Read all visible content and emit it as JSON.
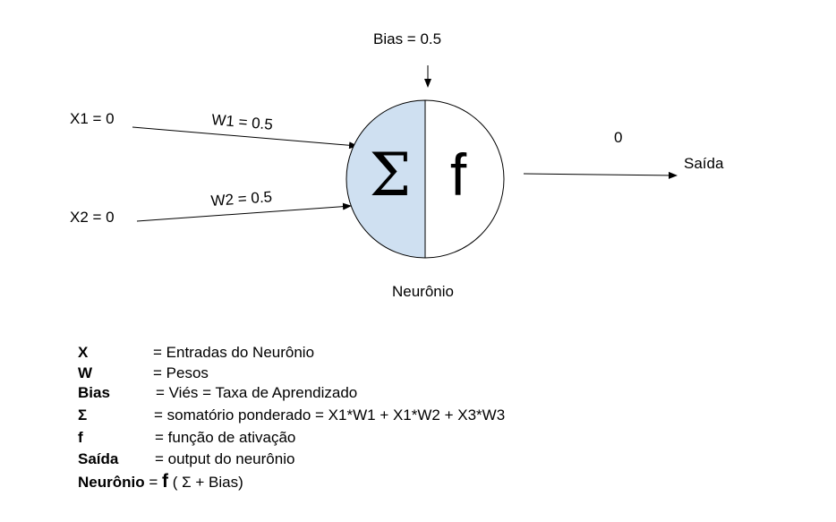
{
  "diagram": {
    "bias_label": "Bias = 0.5",
    "inputs": [
      {
        "label": "X1 = 0",
        "weight_label": "W1 = 0.5"
      },
      {
        "label": "X2 = 0",
        "weight_label": "W2 = 0.5"
      }
    ],
    "sum_symbol": "Σ",
    "activation_symbol": "f",
    "output_value": "0",
    "output_label": "Saída",
    "neuron_label": "Neurônio",
    "colors": {
      "sum_half": "#cfe0f1",
      "activation_half": "#ffffff",
      "stroke": "#000000"
    }
  },
  "legend": [
    {
      "term": "X",
      "definition": "= Entradas do Neurônio"
    },
    {
      "term": "W",
      "definition": "= Pesos"
    },
    {
      "term": "Bias",
      "definition": "= Viés = Taxa de Aprendizado"
    },
    {
      "term": "Σ",
      "definition": "= somatório ponderado = X1*W1 +  X1*W2 + X3*W3"
    },
    {
      "term": "f",
      "definition": "= função de ativação"
    },
    {
      "term": "Saída",
      "definition": "= output do neurônio"
    }
  ],
  "formula": {
    "term": "Neurônio",
    "equals": "=",
    "f": "f",
    "expr": "( Σ + Bias)"
  }
}
